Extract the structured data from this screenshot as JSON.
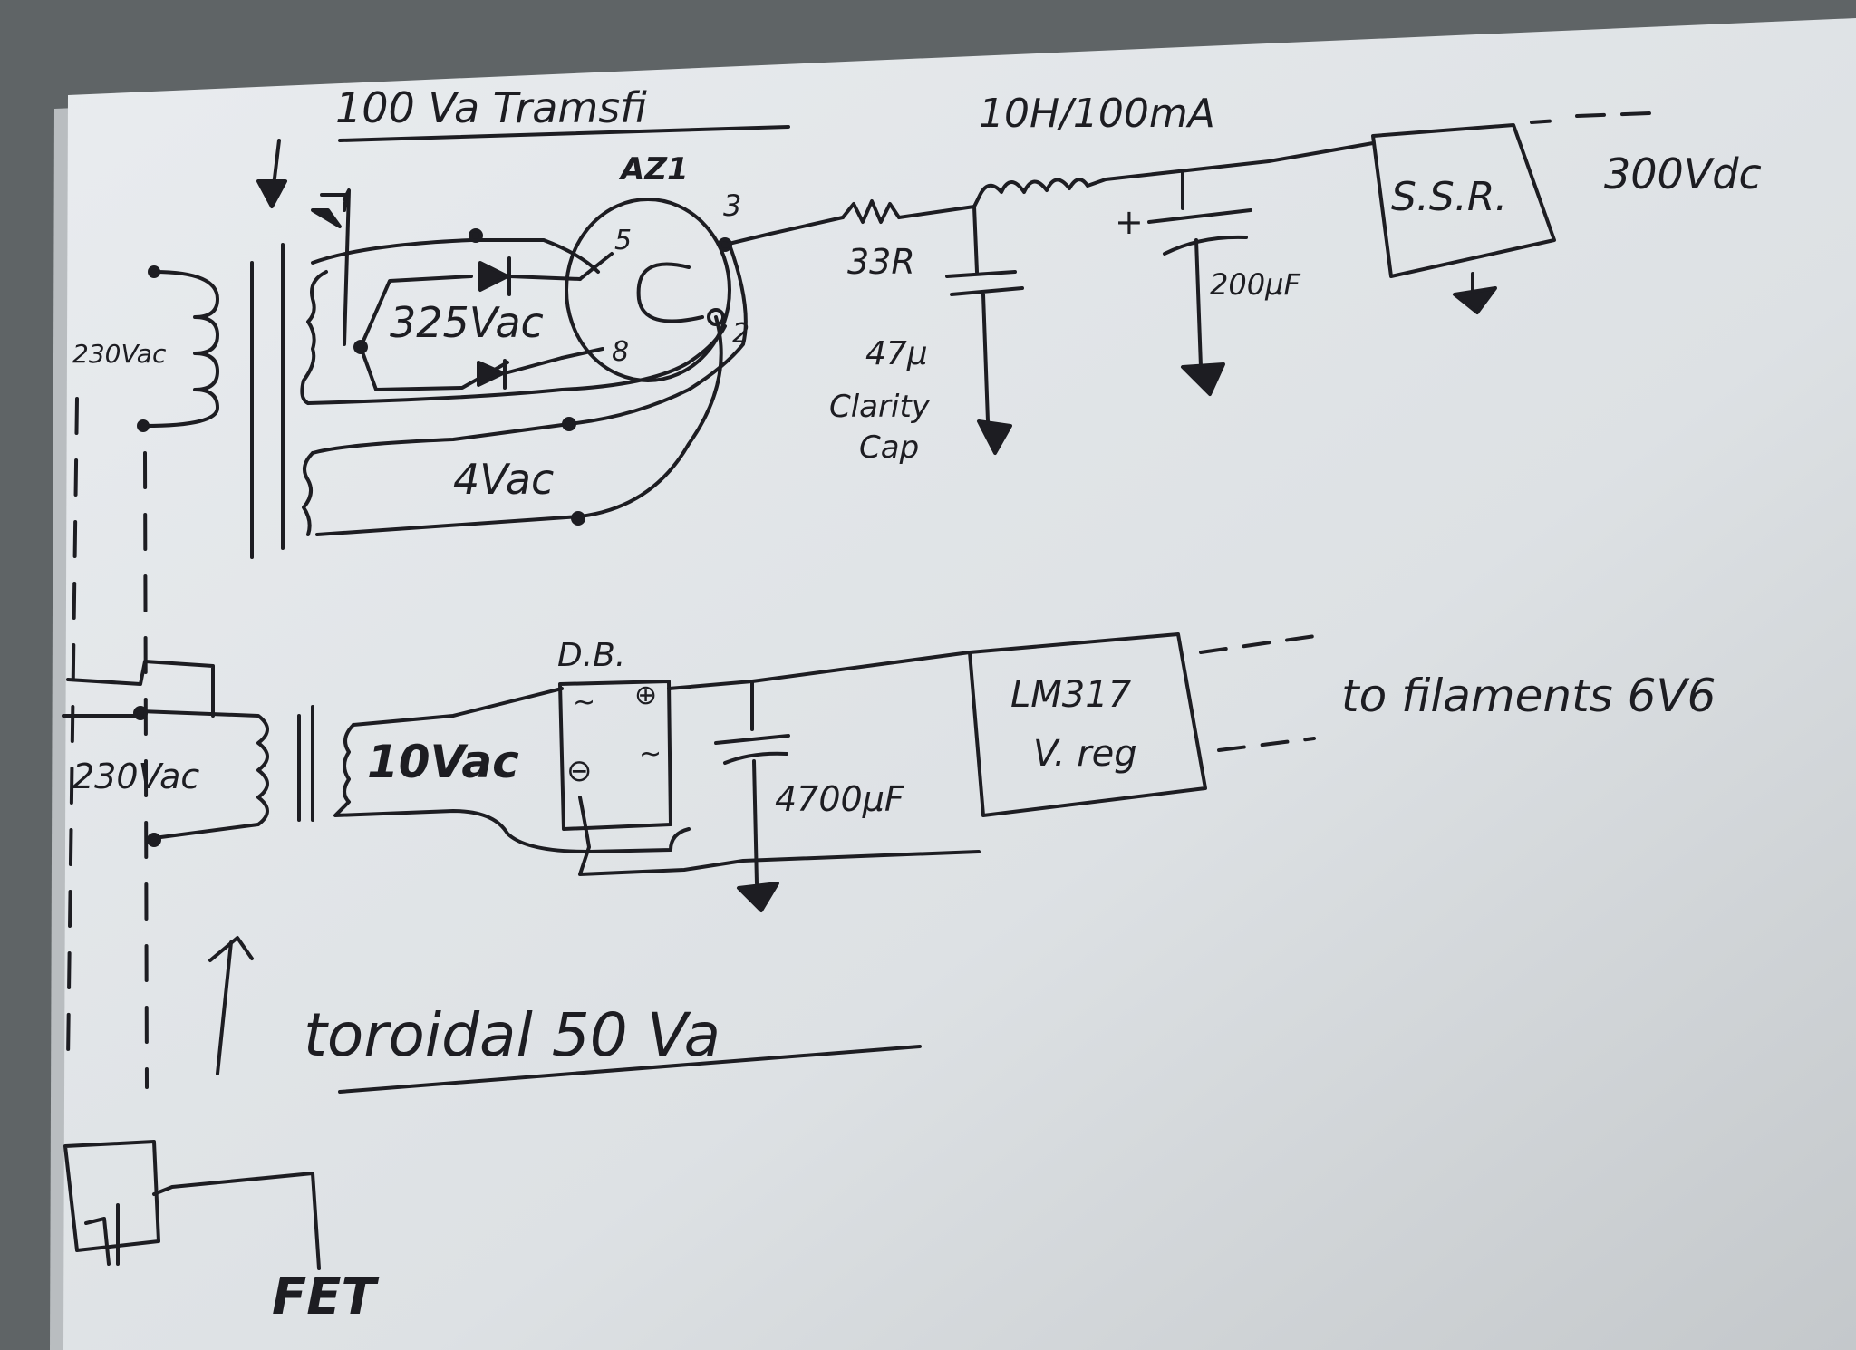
{
  "transformer_100": {
    "title": "100 Va Tramsfi",
    "primary_voltage": "230Vac",
    "secondary_hv_voltage": "325Vac",
    "secondary_lv_voltage": "4Vac"
  },
  "rectifier_tube": {
    "name": "AZ1",
    "pins": [
      "5",
      "3",
      "2",
      "8"
    ]
  },
  "filter": {
    "resistor_label": "33R",
    "inductor_label": "10H/100mA",
    "cap1_value": "47µ",
    "cap1_note_line1": "Clarity",
    "cap1_note_line2": "Cap",
    "cap2_value": "200µF",
    "cap2_polarity": "+"
  },
  "ssr": {
    "label": "S.S.R.",
    "output_voltage": "300Vdc"
  },
  "transformer_50": {
    "title": "toroidal 50 Va",
    "primary_voltage": "230Vac",
    "secondary_voltage": "10Vac"
  },
  "bridge": {
    "label": "D.B.",
    "ac_symbol": "~",
    "plus_symbol": "⊕",
    "minus_symbol": "⊖"
  },
  "filament_cap": {
    "value": "4700µF"
  },
  "regulator": {
    "line1": "LM317",
    "line2": "V. reg"
  },
  "filament_output": {
    "label": "to filaments 6V6"
  },
  "fet": {
    "label": "FET"
  }
}
